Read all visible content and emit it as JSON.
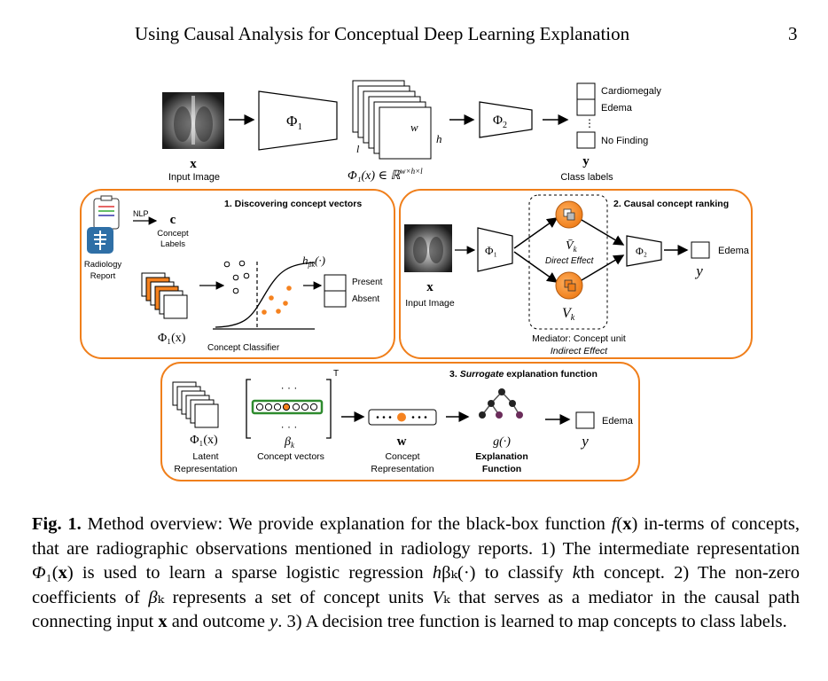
{
  "header": {
    "running_title": "Using Causal Analysis for Conceptual Deep Learning Explanation",
    "page_number": "3"
  },
  "figure": {
    "top": {
      "input_symbol": "x",
      "input_label": "Input Image",
      "phi1": "Φ",
      "phi1_sub": "1",
      "w": "w",
      "h": "h",
      "l": "l",
      "feature_formula": "Φ₁(x) ∈ ℝ",
      "feature_formula_sup": "w×h×l",
      "phi2": "Φ",
      "phi2_sub": "2",
      "class_items": [
        "Cardiomegaly",
        "Edema",
        "No Finding"
      ],
      "class_dots": "⋮",
      "y_symbol": "y",
      "class_label": "Class labels"
    },
    "panel1": {
      "title": "1. Discovering concept vectors",
      "nlp": "NLP",
      "c_symbol": "c",
      "concept_labels": [
        "Concept",
        "Labels"
      ],
      "report_label": [
        "Radiology",
        "Report"
      ],
      "h_formula": "h",
      "h_sub": "βk",
      "h_arg": "(·)",
      "present": "Present",
      "absent": "Absent",
      "phi_x": "Φ₁(x)",
      "classifier_label": "Concept Classifier"
    },
    "panel2": {
      "title": "2. Causal concept ranking",
      "phi1": "Φ₁",
      "phi2": "Φ₂",
      "x_symbol": "x",
      "input_label": "Input Image",
      "vk_bar": "V̄",
      "vk_bar_sub": "k",
      "direct_effect": "Direct Effect",
      "vk": "V",
      "vk_sub": "k",
      "mediator": "Mediator: Concept unit",
      "indirect_effect": "Indirect Effect",
      "output_label": "Edema",
      "y_symbol": "y"
    },
    "panel3": {
      "title_num": "3.",
      "title_emph": "Surrogate",
      "title_rest": "explanation function",
      "transpose": "T",
      "dots": "· · ·",
      "phi_x": "Φ₁(x)",
      "latent": [
        "Latent",
        "Representation"
      ],
      "beta": "β",
      "beta_sub": "k",
      "concept_vectors": "Concept vectors",
      "w_symbol": "w",
      "concept_rep": [
        "Concept",
        "Representation"
      ],
      "g_formula": "g(·)",
      "explanation": [
        "Explanation",
        "Function"
      ],
      "output_label": "Edema",
      "y_symbol": "y"
    },
    "colors": {
      "orange": "#f07f1b",
      "orange_fill": "#f5821f",
      "green": "#2e8b2e",
      "purple": "#6b2d5b",
      "blue_icon": "#2f6fa6"
    }
  },
  "caption": {
    "label": "Fig. 1.",
    "segments": [
      {
        "t": " Method overview: We provide explanation for the black-box function "
      },
      {
        "m": "f"
      },
      {
        "t": "("
      },
      {
        "b": "x"
      },
      {
        "t": ") in-terms of concepts, that are radiographic observations mentioned in radiology reports. 1) The intermediate representation "
      },
      {
        "m": "Φ"
      },
      {
        "t": "₁("
      },
      {
        "b": "x"
      },
      {
        "t": ") is used to learn a sparse logistic regression "
      },
      {
        "m": "h"
      },
      {
        "t": "β"
      },
      {
        "t": "ₖ(·) to classify "
      },
      {
        "m": "k"
      },
      {
        "t": "th"
      },
      {
        "t": " concept. 2) The non-zero coefficients of "
      },
      {
        "m": "β"
      },
      {
        "t": "ₖ represents a set of concept units "
      },
      {
        "m": "V"
      },
      {
        "t": "ₖ that serves as a mediator in the causal path connecting input "
      },
      {
        "b": "x"
      },
      {
        "t": " and outcome "
      },
      {
        "m": "y"
      },
      {
        "t": ". 3) A decision tree function is learned to map concepts to class labels."
      }
    ]
  }
}
